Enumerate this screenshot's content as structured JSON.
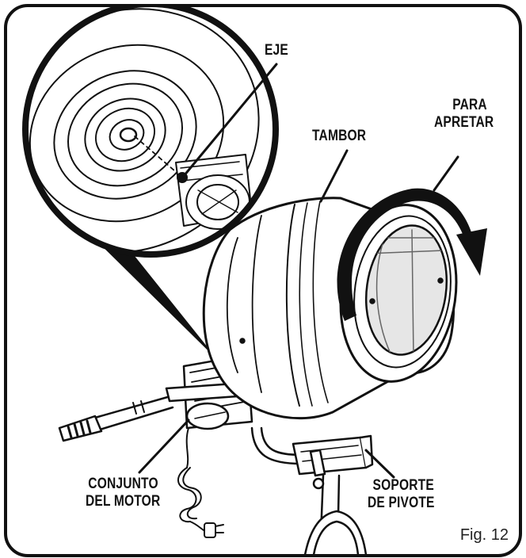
{
  "labels": {
    "shaft": "EJE",
    "drum": "TAMBOR",
    "tighten_line1": "PARA",
    "tighten_line2": "APRETAR",
    "motor_line1": "CONJUNTO",
    "motor_line2": "DEL MOTOR",
    "pivot_line1": "SOPORTE",
    "pivot_line2": "DE PIVOTE"
  },
  "figure_caption": "Fig. 12"
}
